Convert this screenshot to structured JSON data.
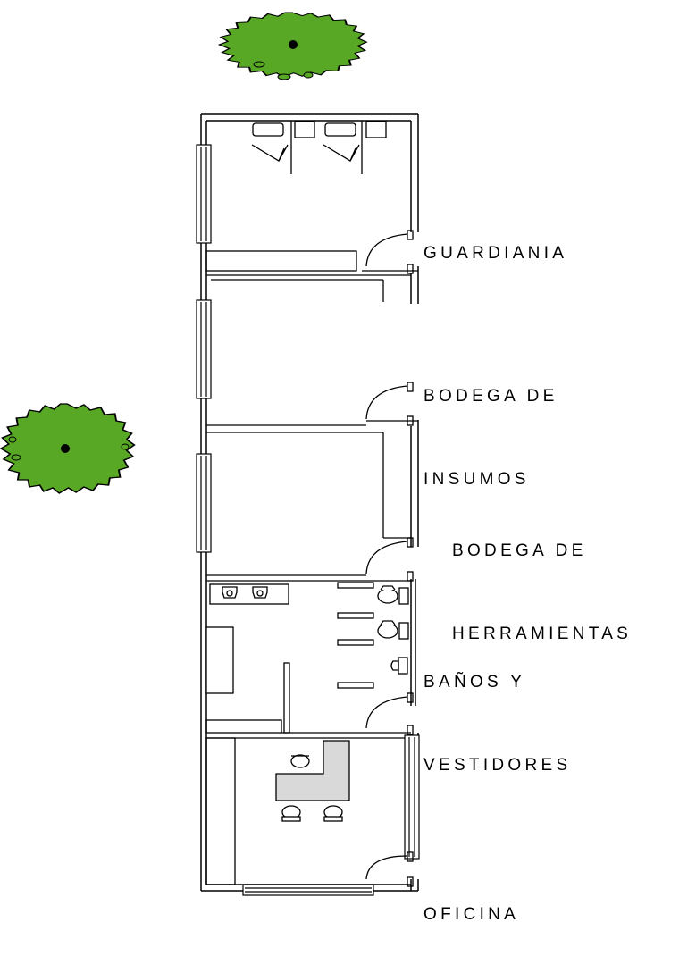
{
  "rooms": [
    {
      "id": "guardiania",
      "lines": [
        "GUARDIANIA"
      ]
    },
    {
      "id": "bodega-insumos",
      "lines": [
        "BODEGA DE",
        "INSUMOS"
      ]
    },
    {
      "id": "bodega-herramientas",
      "lines": [
        "BODEGA DE",
        "HERRAMIENTAS"
      ]
    },
    {
      "id": "banos-vestidores",
      "lines": [
        "BAÑOS Y",
        "VESTIDORES"
      ]
    },
    {
      "id": "oficina",
      "lines": [
        "OFICINA"
      ]
    }
  ],
  "colors": {
    "tree_fill": "#58a826",
    "wall_stroke": "#000000",
    "desk_fill": "#d9d9d9",
    "background": "#ffffff"
  },
  "icons": [
    "tree-icon",
    "bed-icon",
    "toilet-icon",
    "sink-icon",
    "chair-icon",
    "door-swing-icon",
    "window-icon"
  ]
}
